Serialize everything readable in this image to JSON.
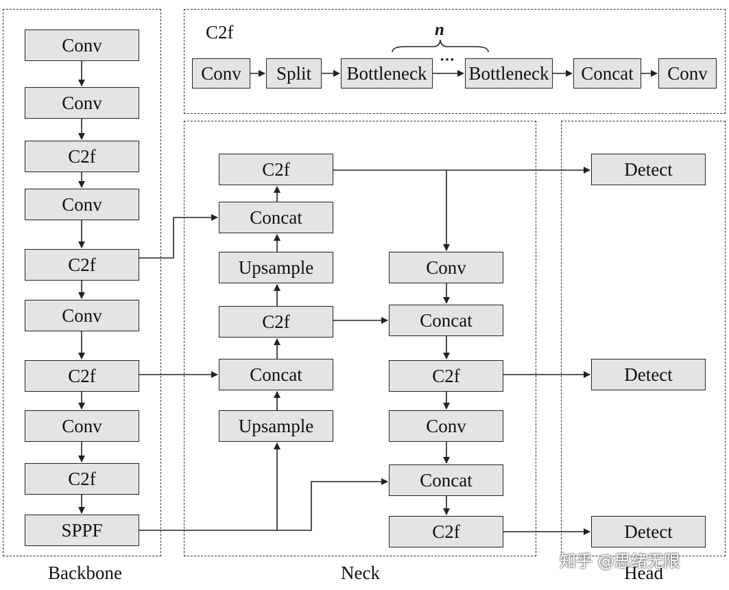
{
  "c2f_detail": {
    "title": "C2f",
    "repeat_label": "n",
    "ellipsis": "···",
    "blocks": [
      "Conv",
      "Split",
      "Bottleneck",
      "Bottleneck",
      "Concat",
      "Conv"
    ]
  },
  "backbone": {
    "label": "Backbone",
    "blocks": [
      "Conv",
      "Conv",
      "C2f",
      "Conv",
      "C2f",
      "Conv",
      "C2f",
      "Conv",
      "C2f",
      "SPPF"
    ]
  },
  "neck": {
    "label": "Neck",
    "left_column": [
      "C2f",
      "Concat",
      "Upsample",
      "C2f",
      "Concat",
      "Upsample"
    ],
    "right_column": [
      "Conv",
      "Concat",
      "C2f",
      "Conv",
      "Concat",
      "C2f"
    ]
  },
  "head": {
    "label": "Head",
    "blocks": [
      "Detect",
      "Detect",
      "Detect"
    ]
  },
  "watermark": "知乎 @思绪无限"
}
